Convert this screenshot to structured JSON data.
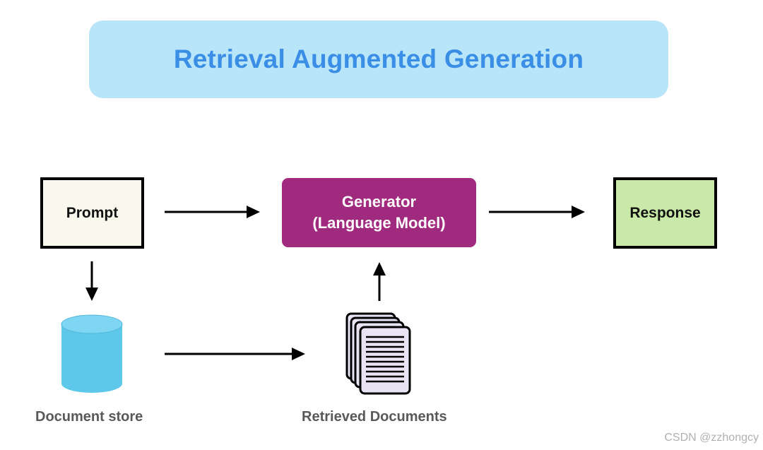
{
  "title": "Retrieval Augmented Generation",
  "nodes": {
    "prompt": "Prompt",
    "generator_line1": "Generator",
    "generator_line2": "(Language Model)",
    "response": "Response",
    "document_store": "Document store",
    "retrieved_documents": "Retrieved Documents"
  },
  "watermark": "CSDN @zzhongcy",
  "colors": {
    "title_banner": "#b8e6f8",
    "title_text": "#3a8ee6",
    "generator_fill": "#a02a7e",
    "prompt_fill": "#f8f8ec",
    "response_fill": "#c9e9a8",
    "cylinder_fill": "#5ec8ea",
    "documents_fill": "#e9e3f3",
    "label_text": "#595959"
  },
  "icons": {
    "document_store": "database-cylinder-icon",
    "retrieved_documents": "document-stack-icon"
  }
}
